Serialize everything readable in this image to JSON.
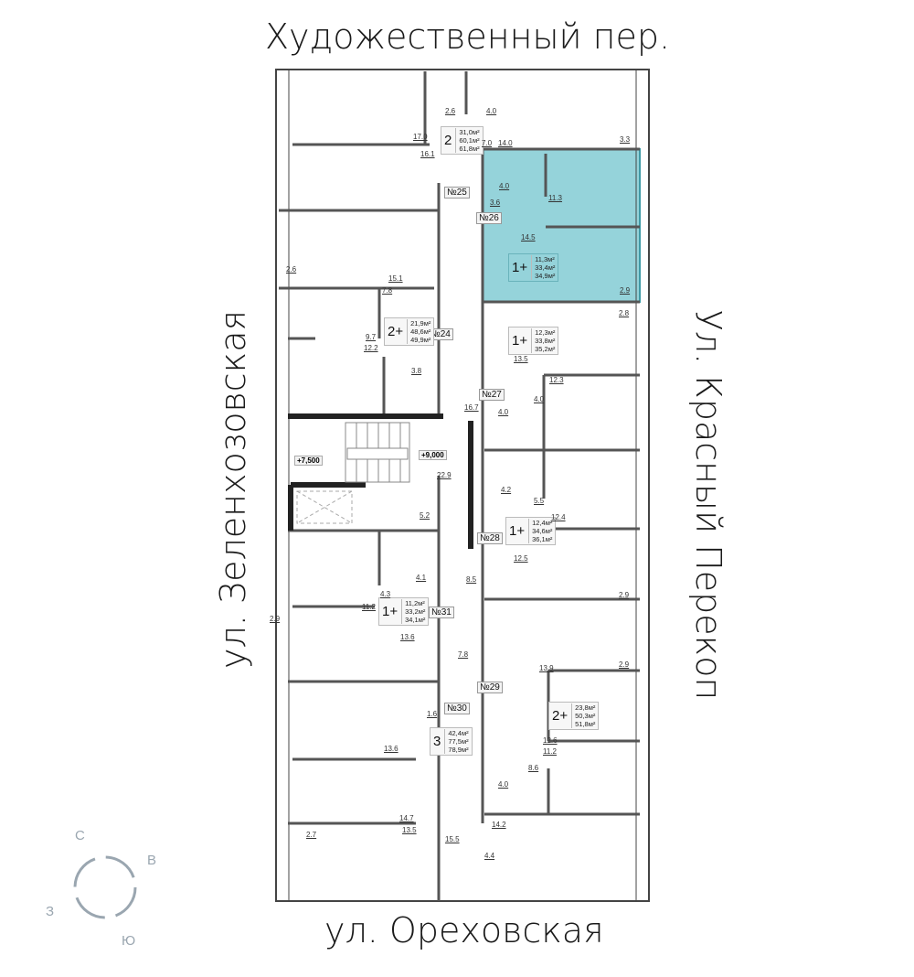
{
  "streets": {
    "top": "Художественный пер.",
    "bottom": "ул. Ореховская",
    "left": "ул. Зеленхозовская",
    "right": "Ул. Красный Перекоп"
  },
  "highlight_color": "#95d3da",
  "apartments": [
    {
      "no": "№25",
      "rooms": "2",
      "areas": [
        "31,0м²",
        "60,1м²",
        "61,8м²"
      ]
    },
    {
      "no": "№26",
      "rooms": "1+",
      "areas": [
        "11,3м²",
        "33,4м²",
        "34,9м²"
      ],
      "highlighted": true
    },
    {
      "no": "№24",
      "rooms": "2+",
      "areas": [
        "21,9м²",
        "48,6м²",
        "49,9м²"
      ]
    },
    {
      "no": "№27",
      "rooms": "1+",
      "areas": [
        "12,3м²",
        "33,8м²",
        "35,2м²"
      ]
    },
    {
      "no": "№28",
      "rooms": "1+",
      "areas": [
        "12,4м²",
        "34,6м²",
        "36,1м²"
      ]
    },
    {
      "no": "№31",
      "rooms": "1+",
      "areas": [
        "11,2м²",
        "33,2м²",
        "34,1м²"
      ]
    },
    {
      "no": "№30",
      "rooms": "3",
      "areas": [
        "42,4м²",
        "77,5м²",
        "78,9м²"
      ]
    },
    {
      "no": "№29",
      "rooms": "2+",
      "areas": [
        "23,8м²",
        "50,3м²",
        "51,8м²"
      ]
    }
  ],
  "levels": [
    "+7,500",
    "+9,000"
  ],
  "room_sizes": [
    "2.6",
    "4.0",
    "17.0",
    "16.1",
    "7.0",
    "14.0",
    "3.3",
    "4.0",
    "3.6",
    "11.3",
    "14.5",
    "2.9",
    "2.6",
    "15.1",
    "7.8",
    "9.7",
    "12.2",
    "3.8",
    "16.7",
    "2.8",
    "13.5",
    "12.3",
    "4.0",
    "4.0",
    "4.2",
    "5.5",
    "12.4",
    "12.5",
    "22.9",
    "5.2",
    "4.1",
    "4.3",
    "11.2",
    "8.5",
    "13.6",
    "7.8",
    "2.9",
    "2.9",
    "2.9",
    "13.9",
    "1.6",
    "12.6",
    "11.2",
    "8.6",
    "4.0",
    "13.6",
    "14.7",
    "13.5",
    "14.2",
    "2.7",
    "15.5",
    "4.4"
  ],
  "compass": {
    "n": "С",
    "e": "В",
    "s": "Ю",
    "w": "З"
  }
}
